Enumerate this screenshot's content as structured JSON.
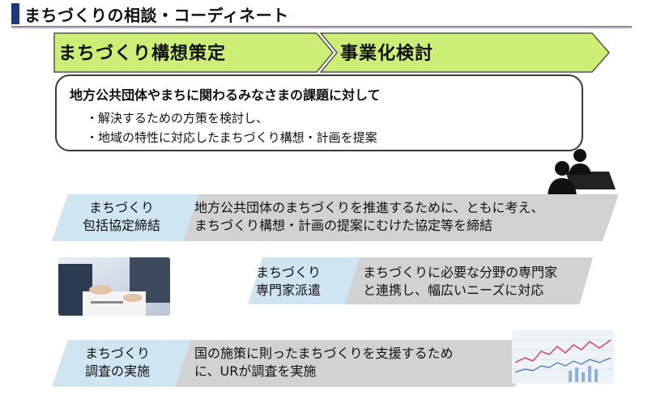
{
  "header": {
    "title": "まちづくりの相談・コーディネート"
  },
  "phases": [
    {
      "label": "まちづくり構想策定"
    },
    {
      "label": "事業化検討"
    }
  ],
  "callout": {
    "heading": "地方公共団体やまちに関わるみなさまの課題に対して",
    "items": [
      "解決するための方策を検討し、",
      "地域の特性に対応したまちづくり構想・計画を提案"
    ]
  },
  "services": [
    {
      "label_lines": [
        "まちづくり",
        "包括協定締結"
      ],
      "text_lines": [
        "地方公共団体のまちづくりを推進するために、ともに考え、",
        "まちづくり構想・計画の提案にむけた協定等を締結"
      ]
    },
    {
      "label_lines": [
        "まちづくり",
        "専門家派遣"
      ],
      "text_lines": [
        "まちづくりに必要な分野の専門家",
        "と連携し、幅広いニーズに対応"
      ]
    },
    {
      "label_lines": [
        "まちづくり",
        "調査の実施"
      ],
      "text_lines": [
        "国の施策に則ったまちづくりを支援するため",
        "に、URが調査を実施"
      ]
    }
  ],
  "colors": {
    "phase_fill": "#ccee77",
    "label_fill": "#cfe6f2",
    "bar_fill": "#d2d2d2",
    "title_accent": "#1f3a7a"
  }
}
